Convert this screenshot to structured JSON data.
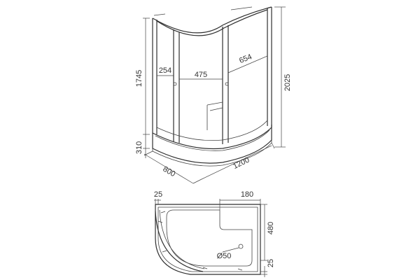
{
  "elevation_view": {
    "dims": {
      "left_panel_width": "254",
      "door_opening": "475",
      "right_panel_width": "654",
      "panel_height": "1745",
      "tray_height": "310",
      "total_height": "2025",
      "depth": "800",
      "length": "1200"
    }
  },
  "plan_view": {
    "dims": {
      "top_left_margin": "25",
      "seat_width": "180",
      "seat_depth": "480",
      "bottom_margin": "25",
      "drain_diameter": "Ø50"
    }
  }
}
